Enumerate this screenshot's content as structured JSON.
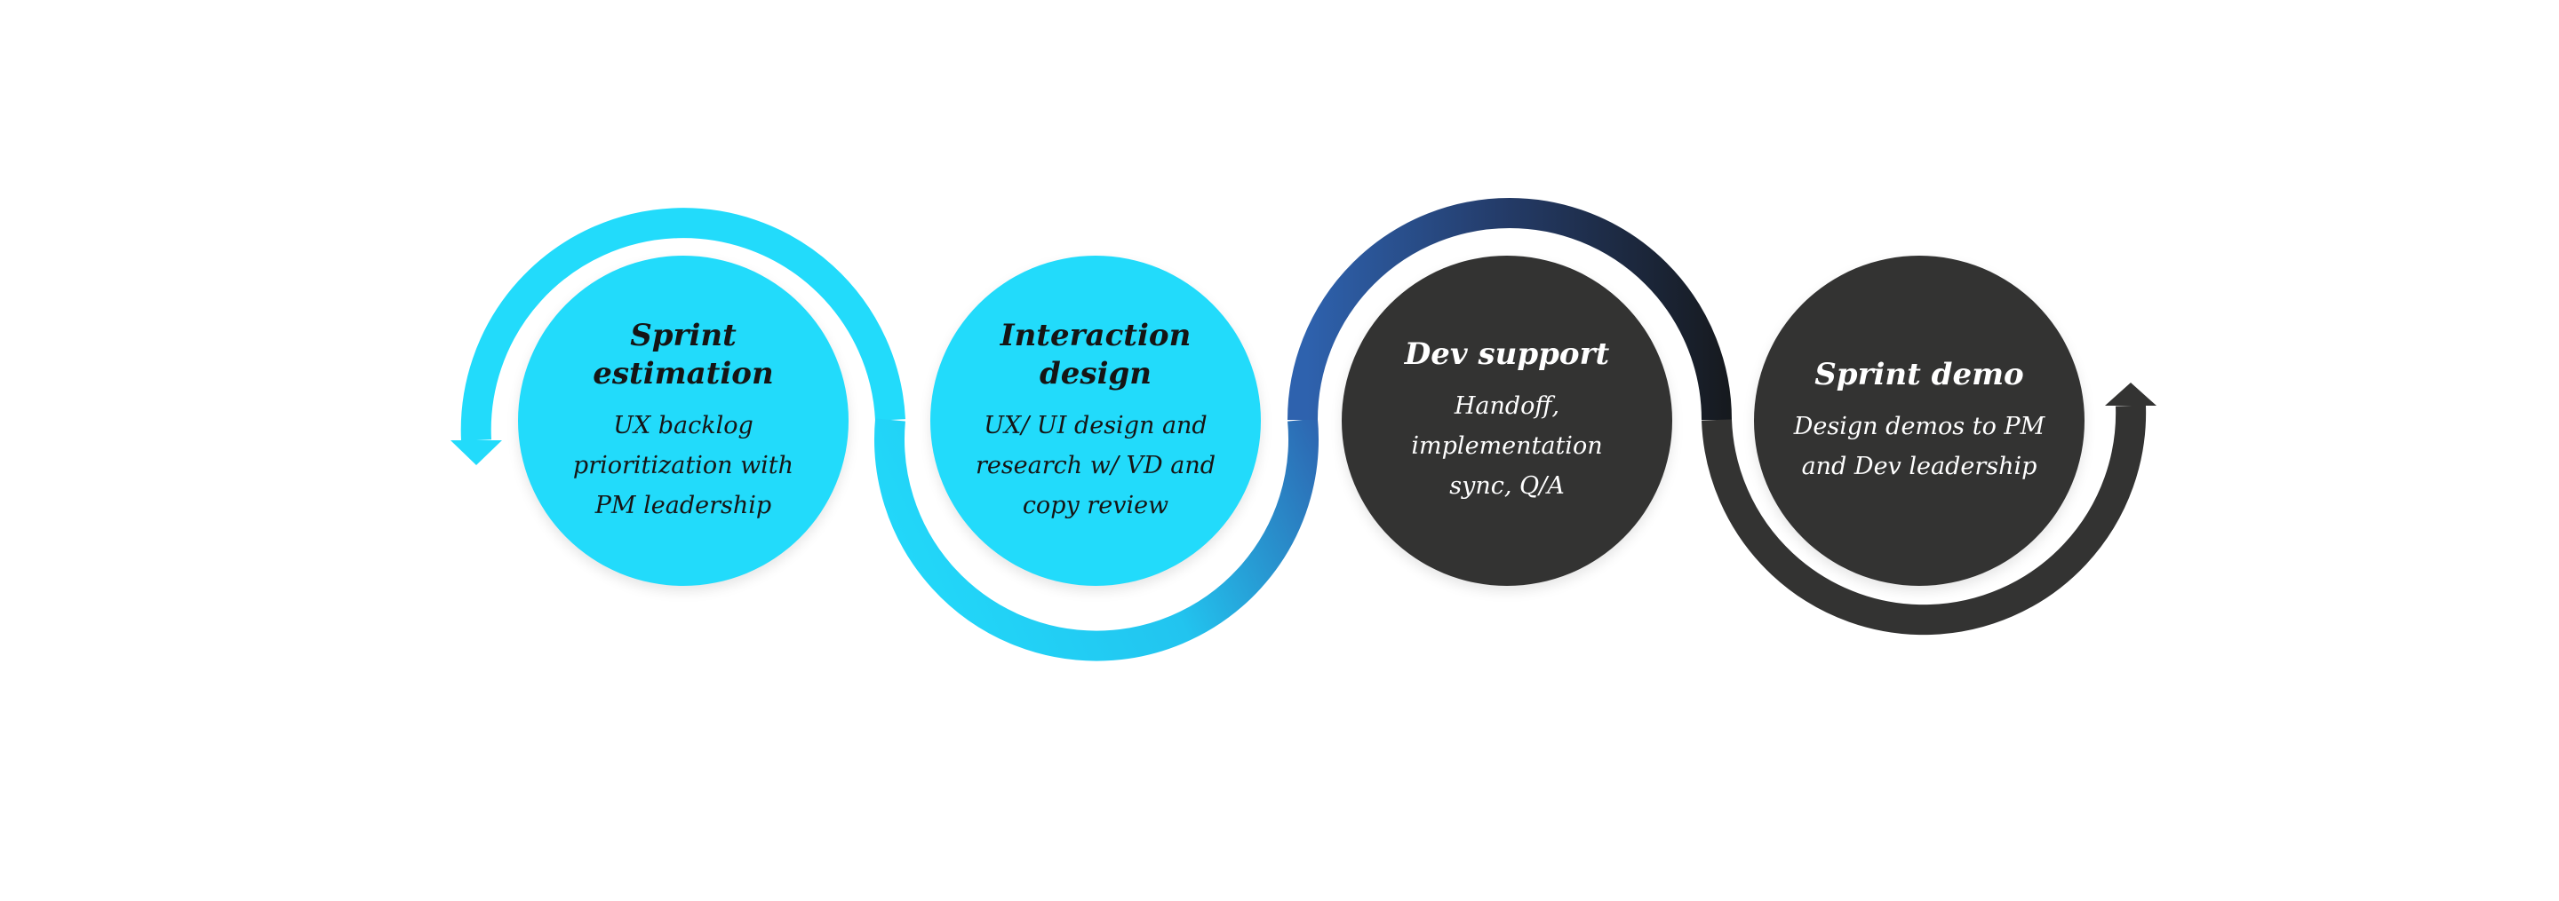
{
  "colors": {
    "cyan": "#22dbfb",
    "navy": "#2a4f8f",
    "dark": "#333332"
  },
  "steps": [
    {
      "title": "Sprint estimation",
      "description": "UX backlog prioritization with PM leadership",
      "theme": "cyan"
    },
    {
      "title": "Interaction design",
      "description": "UX/ UI design and research w/ VD and copy review",
      "theme": "cyan"
    },
    {
      "title": "Dev support",
      "description": "Handoff, implementation sync, Q/A",
      "theme": "dark"
    },
    {
      "title": "Sprint demo",
      "description": "Design demos to PM and Dev leadership",
      "theme": "dark"
    }
  ],
  "arrows": [
    {
      "icon": "arrow-down-icon",
      "direction": "down"
    },
    {
      "icon": "arrow-up-icon",
      "direction": "up"
    }
  ]
}
